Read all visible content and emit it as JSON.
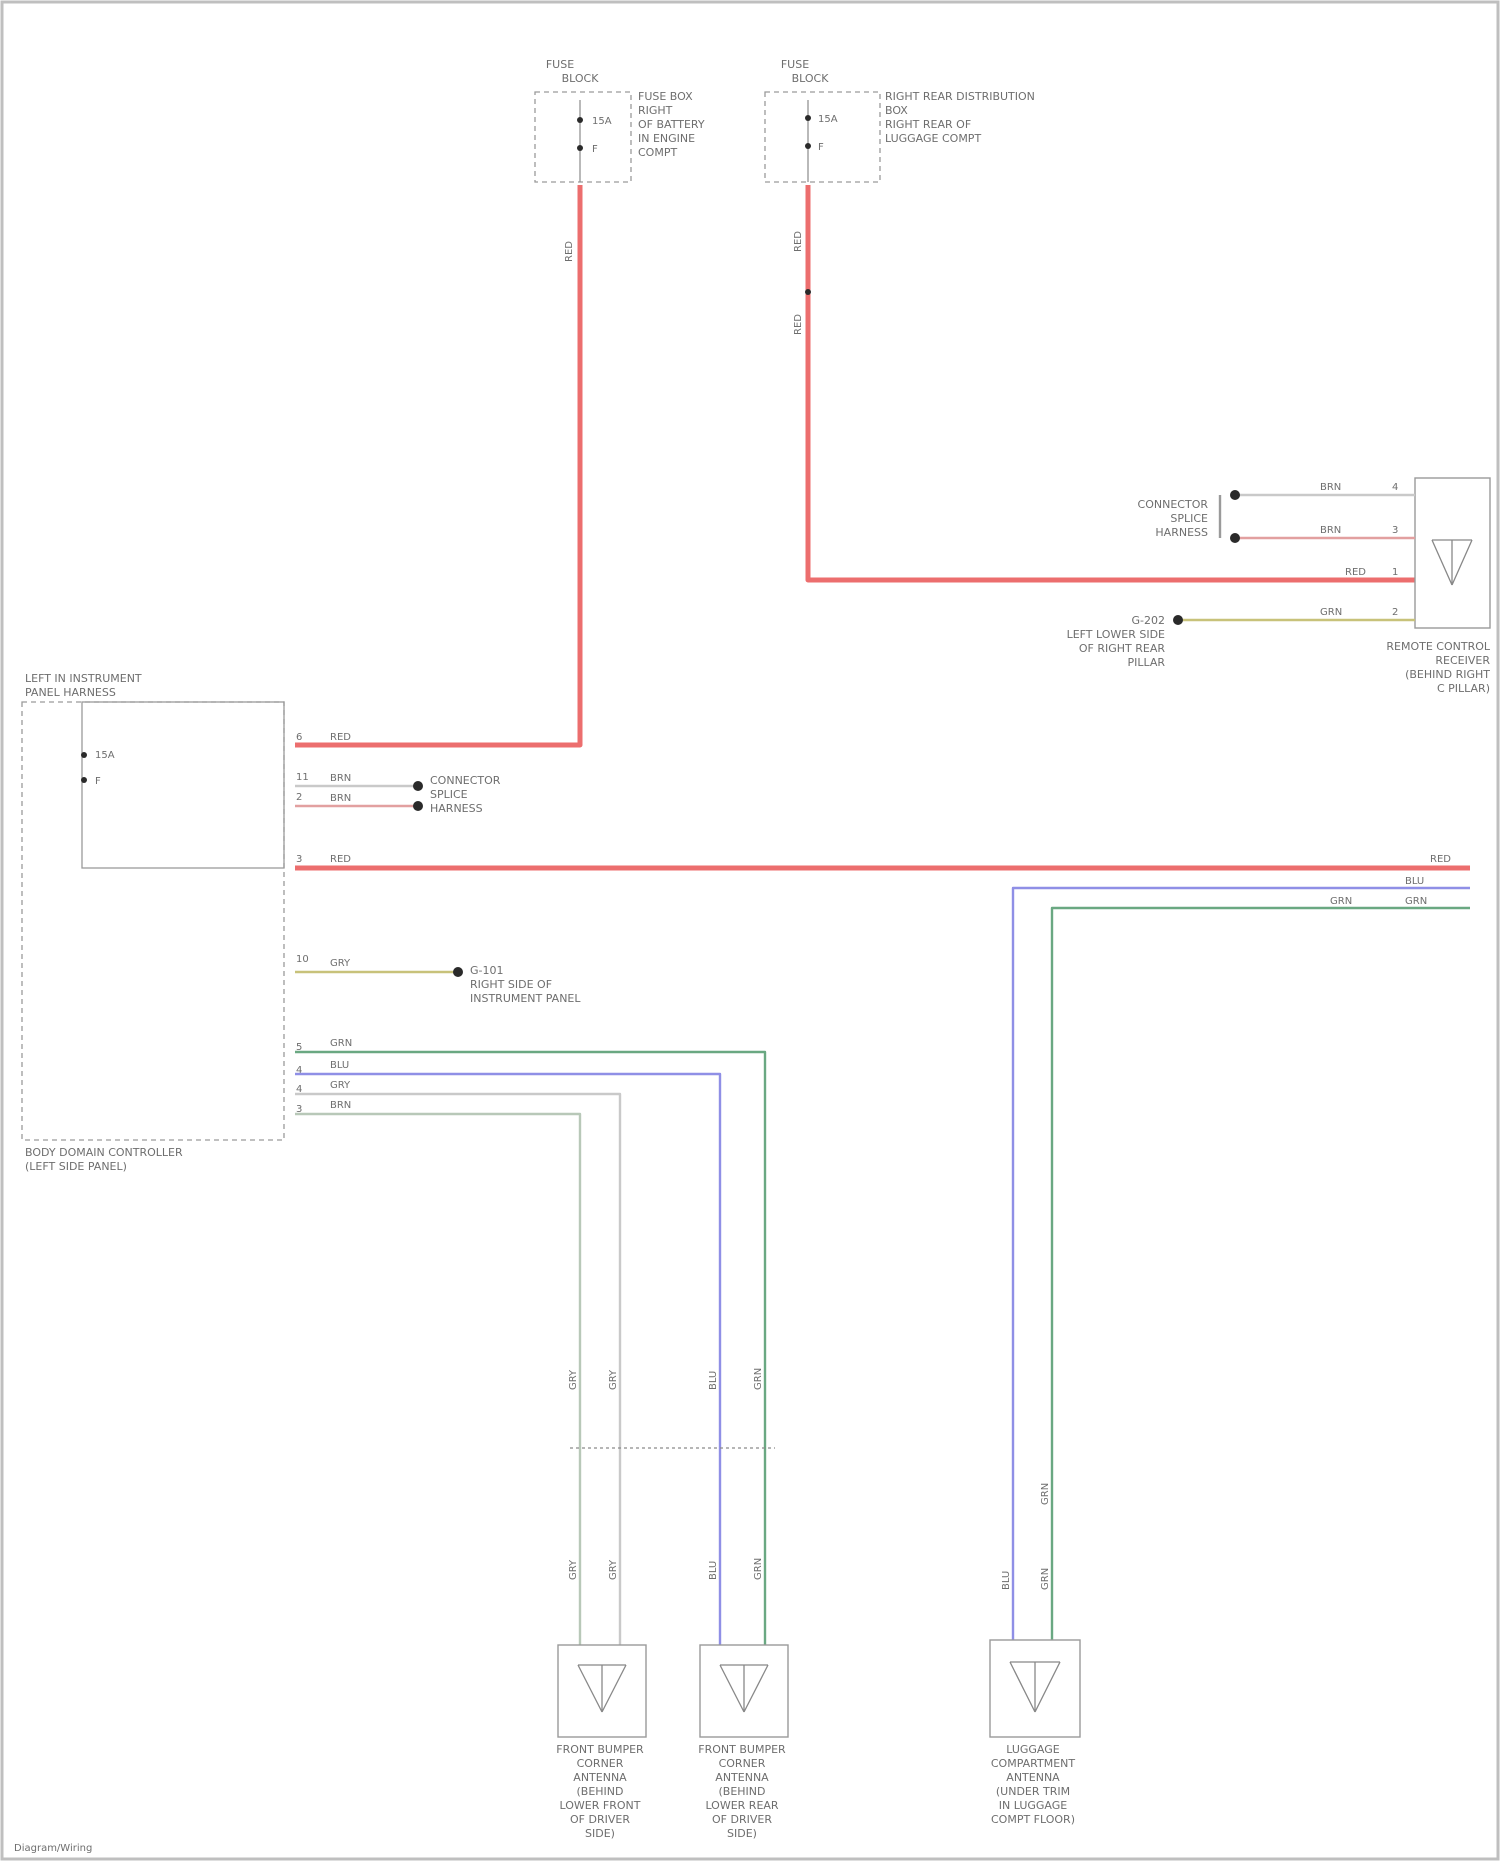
{
  "diagram": {
    "labels": {
      "fuse_left_title": [
        "FUSE",
        "BLOCK"
      ],
      "fuse_left_desc": [
        "FUSE BOX",
        "RIGHT",
        "OF BATTERY",
        "IN ENGINE",
        "COMPT"
      ],
      "fuse_left_pins": [
        "15A",
        "F"
      ],
      "fuse_right_title": [
        "FUSE",
        "BLOCK"
      ],
      "fuse_right_desc": [
        "RIGHT REAR DISTRIBUTION",
        "BOX",
        "RIGHT REAR OF",
        "LUGGAGE COMPT"
      ],
      "fuse_right_pins": [
        "15A",
        "F"
      ],
      "controller_title": [
        "LEFT IN INSTRUMENT",
        "PANEL HARNESS"
      ],
      "controller_inner_pins": [
        "15A",
        "F"
      ],
      "controller_caption": [
        "BODY DOMAIN CONTROLLER",
        "(LEFT SIDE PANEL)"
      ],
      "controller_wire_labels": [
        "RED",
        "BRN",
        "BRN",
        "RED",
        "GRY",
        "GRN",
        "BLU",
        "GRY",
        "BRN"
      ],
      "controller_pins": [
        "6",
        "11",
        "2",
        "3",
        "10",
        "5",
        "4",
        "4",
        "3",
        "11",
        "10",
        "3"
      ],
      "splice_left": [
        "CONNECTOR",
        "SPLICE",
        "HARNESS"
      ],
      "ground_desc": [
        "G-101",
        "RIGHT SIDE OF",
        "INSTRUMENT PANEL"
      ],
      "rcr_wire_labels": [
        "BRN",
        "BRN",
        "RED",
        "GRN"
      ],
      "rcr_pins": [
        "4",
        "3",
        "1",
        "2"
      ],
      "rcr_splice": [
        "CONNECTOR",
        "SPLICE",
        "HARNESS"
      ],
      "rcr_ground": [
        "G-202",
        "LEFT LOWER SIDE",
        "OF RIGHT REAR",
        "PILLAR"
      ],
      "rcr_caption": [
        "REMOTE CONTROL",
        "RECEIVER",
        "(BEHIND RIGHT",
        "C PILLAR)"
      ],
      "trunk_wire_labels": [
        "RED",
        "BLU",
        "GRN",
        "GRN"
      ],
      "vert_labels": [
        "GRY",
        "GRY",
        "BLU",
        "GRN",
        "GRY",
        "GRY",
        "BLU",
        "GRN",
        "BLU",
        "GRN",
        "GRN",
        "RED",
        "RED",
        "RED"
      ],
      "ant_left_caption": [
        "FRONT BUMPER",
        "CORNER",
        "ANTENNA",
        "(BEHIND",
        "LOWER FRONT",
        "OF DRIVER",
        "SIDE)"
      ],
      "ant_mid_caption": [
        "FRONT BUMPER",
        "CORNER",
        "ANTENNA",
        "(BEHIND",
        "LOWER REAR",
        "OF DRIVER",
        "SIDE)"
      ],
      "ant_right_caption": [
        "LUGGAGE",
        "COMPARTMENT",
        "ANTENNA",
        "(UNDER TRIM",
        "IN LUGGAGE",
        "COMPT FLOOR)"
      ],
      "footer": "Diagram/Wiring"
    },
    "colors": {
      "red": "#ec6e6e",
      "green": "#6aa882",
      "blue": "#8f8fe6",
      "gray": "#c9c9c9",
      "yellow": "#c8c27a",
      "darkgray": "#9a9a9a"
    }
  }
}
